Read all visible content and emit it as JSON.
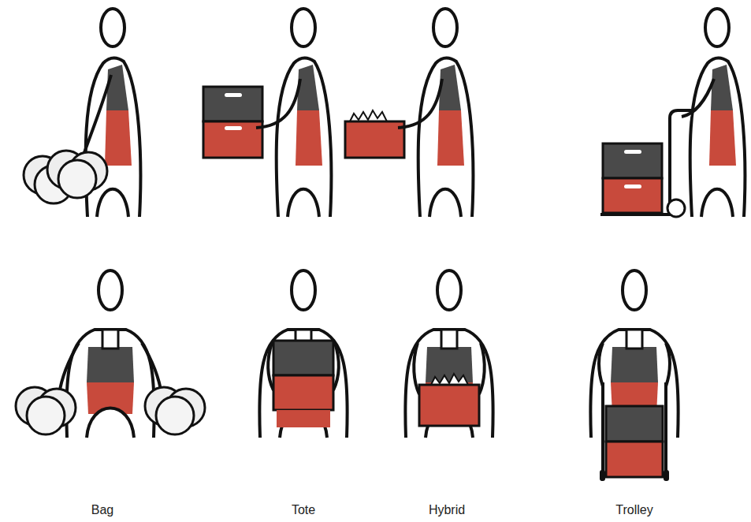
{
  "diagram": {
    "labels": [
      "Bag",
      "Tote",
      "Hybrid",
      "Trolley"
    ]
  }
}
